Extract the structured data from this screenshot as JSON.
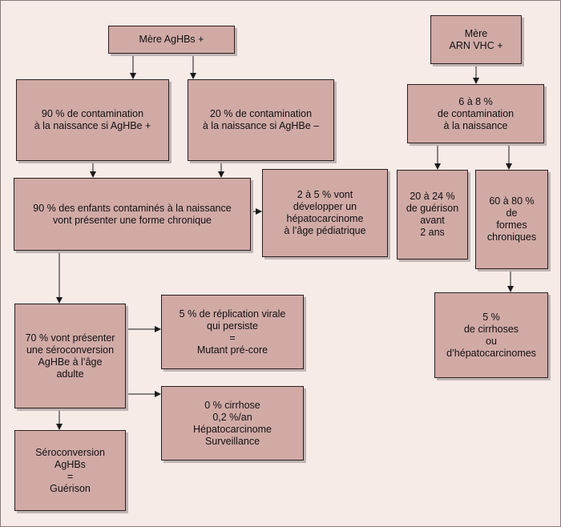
{
  "boxes": {
    "mere_aghbs": "Mère AgHBs +",
    "contam_90": "90 % de contamination\nà la naissance si AgHBe +",
    "contam_20": "20 % de contamination\nà la naissance si AgHBe –",
    "chronique_90": "90 % des enfants contaminés à la naissance\nvont présenter une forme chronique",
    "hepatocarcinome_2_5": "2 à 5 % vont\ndévelopper un\nhépatocarcinome\nà l’âge pédiatrique",
    "seroconversion_70": "70 % vont présenter\nune séroconversion\nAgHBe à l’âge\nadulte",
    "replication_5": "5 % de réplication virale\nqui persiste\n=\nMutant pré-core",
    "cirrhose_0": "0 % cirrhose\n0,2 %/an\nHépatocarcinome\nSurveillance",
    "seroconversion_aghbs": "Séroconversion\nAgHBs\n=\nGuérison",
    "mere_arn_vhc": "Mère\nARN VHC +",
    "contam_6_8": "6 à 8 %\nde contamination\nà la naissance",
    "guerison_20_24": "20 à 24 %\nde guérison\navant\n2 ans",
    "chroniques_60_80": "60 à 80 %\nde\nformes\nchroniques",
    "cirrhoses_5": "5 %\nde cirrhoses\nou\nd’hépatocarcinomes"
  },
  "colors": {
    "background": "#f6ebe7",
    "box_fill": "#d1aaa6",
    "box_border": "#2a1f1f",
    "arrow": "#1a1a1a"
  }
}
